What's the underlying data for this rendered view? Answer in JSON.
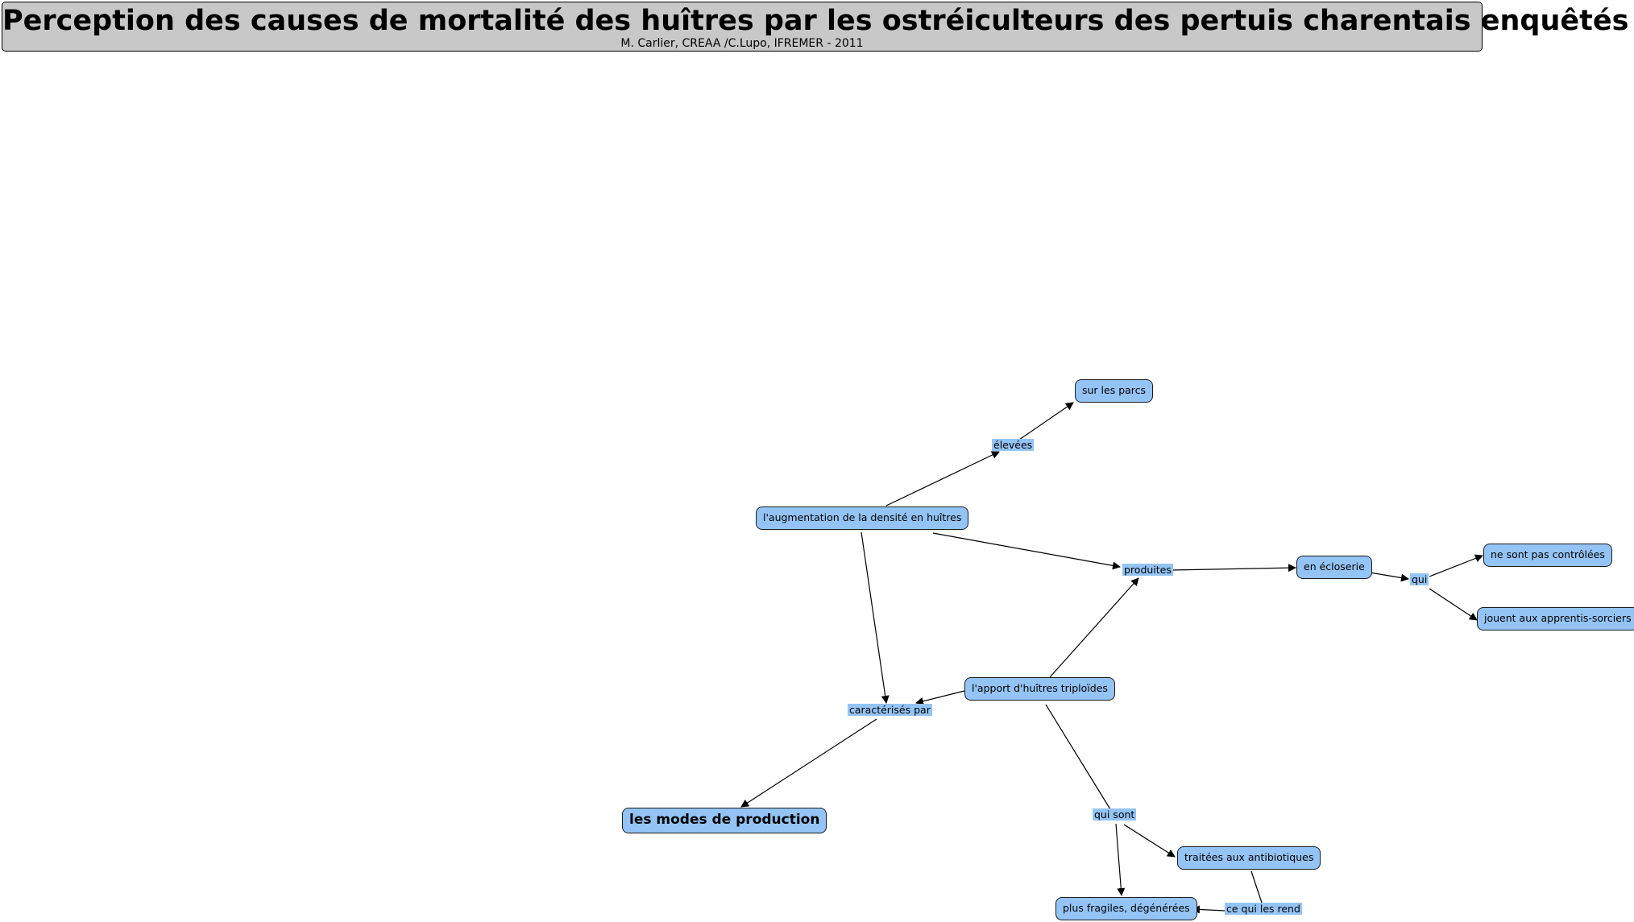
{
  "header": {
    "title": "Perception des causes de mortalité des huîtres par les ostréiculteurs des pertuis charentais enquêtés",
    "subtitle": "M. Carlier, CREAA /C.Lupo, IFREMER - 2011"
  },
  "nodes": {
    "sur_parcs": "sur les parcs",
    "augmentation": "l'augmentation de la densité en huîtres",
    "ecloserie": "en écloserie",
    "non_controlees": "ne sont pas contrôlées",
    "apprentis": "jouent aux apprentis-sorciers",
    "triploides": "l'apport d'huîtres triploïdes",
    "modes": "les modes de production",
    "antibiotiques": "traitées aux antibiotiques",
    "fragiles": "plus fragiles, dégénérées"
  },
  "labels": {
    "elevees": "élevées",
    "produites": "produites",
    "qui": "qui",
    "caracterises": "caractérisés par",
    "qui_sont": "qui sont",
    "ce_qui": "ce qui les rend"
  },
  "colors": {
    "node_fill": "#94c4f5",
    "header_fill": "#c8c8c8"
  }
}
